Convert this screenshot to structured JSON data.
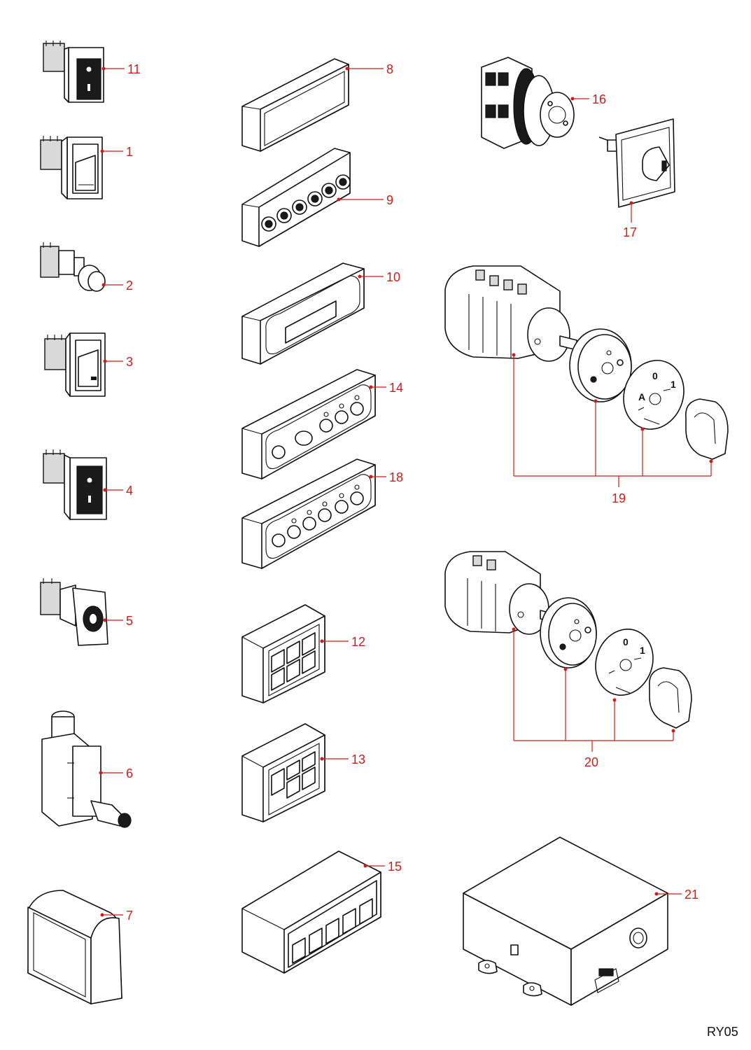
{
  "callouts": {
    "c1": "1",
    "c2": "2",
    "c3": "3",
    "c4": "4",
    "c5": "5",
    "c6": "6",
    "c7": "7",
    "c8": "8",
    "c9": "9",
    "c10": "10",
    "c11": "11",
    "c12": "12",
    "c13": "13",
    "c14": "14",
    "c15": "15",
    "c16": "16",
    "c17": "17",
    "c18": "18",
    "c19": "19",
    "c20": "20",
    "c21": "21"
  },
  "dial_markings": {
    "p19_a": "A",
    "p19_0": "0",
    "p19_1": "1",
    "p20_0": "0",
    "p20_1": "1"
  },
  "reference": "RY05",
  "colors": {
    "callout": "#cc1f1a",
    "line_art": "#111111",
    "background": "#ffffff"
  }
}
